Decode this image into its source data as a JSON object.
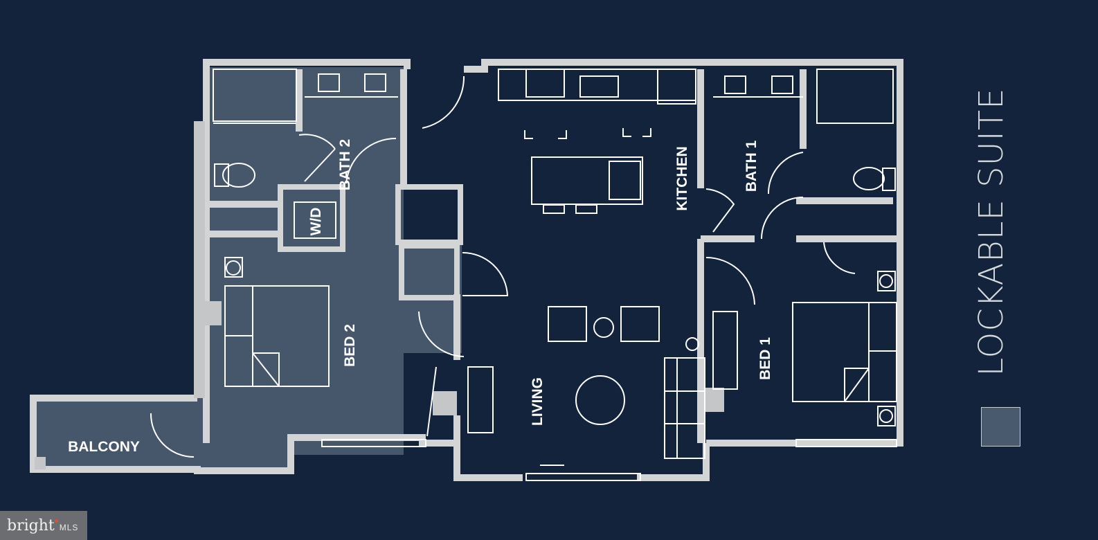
{
  "floorplan": {
    "title": "LOCKABLE SUITE",
    "rooms": [
      {
        "id": "bath2",
        "label": "BATH 2"
      },
      {
        "id": "wd",
        "label": "W/D"
      },
      {
        "id": "bed2",
        "label": "BED 2"
      },
      {
        "id": "balcony",
        "label": "BALCONY"
      },
      {
        "id": "kitchen",
        "label": "KITCHEN"
      },
      {
        "id": "living",
        "label": "LIVING"
      },
      {
        "id": "bath1",
        "label": "BATH 1"
      },
      {
        "id": "bed1",
        "label": "BED 1"
      }
    ],
    "legend": {
      "label": "LOCKABLE SUITE",
      "swatch_color": "#4a5a6e"
    },
    "colors": {
      "background": "#12233b",
      "suite_fill": "#46566b",
      "walls": "#d3d4d5",
      "lines": "#ffffff"
    }
  },
  "watermark": {
    "brand": "bright",
    "suffix": "MLS"
  }
}
